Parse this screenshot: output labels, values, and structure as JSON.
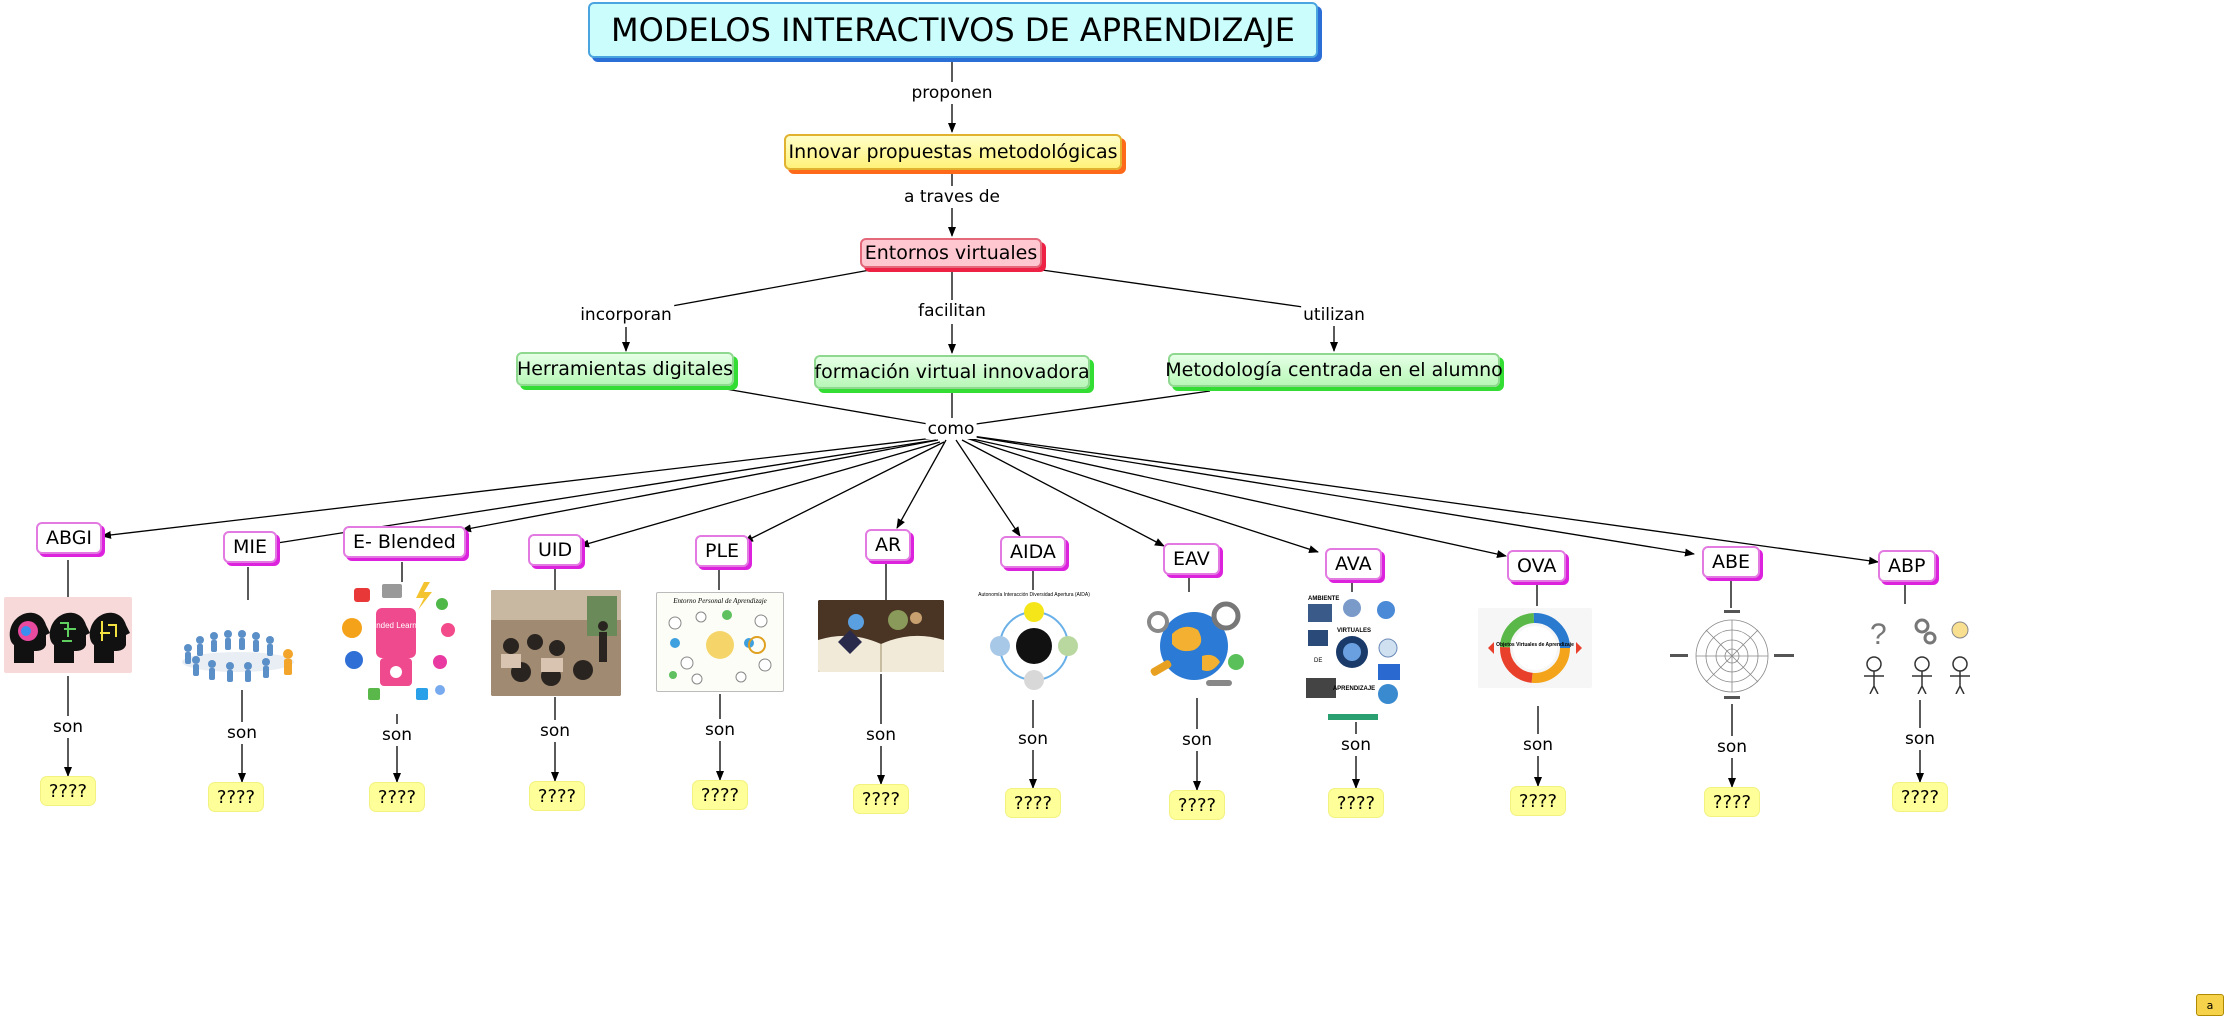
{
  "title": "MODELOS INTERACTIVOS DE APRENDIZAJE",
  "level1": "Innovar propuestas metodológicas",
  "level2": "Entornos virtuales",
  "level3": [
    "Herramientas digitales",
    "formación virtual innovadora",
    "Metodología centrada en el alumno"
  ],
  "links": {
    "proponen": "proponen",
    "a_traves_de": "a traves de",
    "incorporan": "incorporan",
    "facilitan": "facilitan",
    "utilizan": "utilizan",
    "como": "como",
    "son": "son"
  },
  "models": [
    "ABGI",
    "MIE",
    "E- Blended",
    "UID",
    "PLE",
    "AR",
    "AIDA",
    "EAV",
    "AVA",
    "OVA",
    "ABE",
    "ABP"
  ],
  "leaf_value": "????",
  "image_text": {
    "e_blended": "Blended Learning",
    "ple": "Entorno Personal de Aprendizaje",
    "aida": "Autonomía Interacción Diversidad Apertura (AIDA)",
    "ava_top": "AMBIENTE",
    "ava_mid": "VIRTUALES",
    "ava_de": "DE",
    "ava_bottom": "APRENDIZAJE",
    "ova": "Objetos Virtuales de Aprendizaje"
  },
  "corner_badge": "a",
  "colors": {
    "title_fill": "#ccfdfd",
    "yellow_fill": "#fff27a",
    "red_fill": "#ffc8d0",
    "green_fill": "#b8f7b8",
    "leaf_border": "#dd22dd",
    "leaf_value_fill": "#ffff99"
  }
}
